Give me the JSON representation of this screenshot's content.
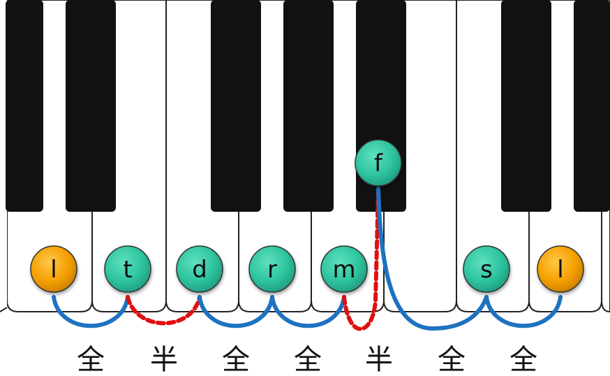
{
  "colors": {
    "white_key": "#ffffff",
    "black_key": "#111111",
    "key_outline": "#222222",
    "note_green": "#2ec4a0",
    "note_orange": "#f5a000",
    "whole_step_arc": "#1e72c0",
    "half_step_arc": "#e01010"
  },
  "notes": [
    {
      "label": "l",
      "color": "orange"
    },
    {
      "label": "t",
      "color": "green"
    },
    {
      "label": "d",
      "color": "green"
    },
    {
      "label": "r",
      "color": "green"
    },
    {
      "label": "m",
      "color": "green"
    },
    {
      "label": "f",
      "color": "green"
    },
    {
      "label": "s",
      "color": "green"
    },
    {
      "label": "l",
      "color": "orange"
    }
  ],
  "steps": [
    {
      "label": "全",
      "kind": "whole"
    },
    {
      "label": "半",
      "kind": "half"
    },
    {
      "label": "全",
      "kind": "whole"
    },
    {
      "label": "全",
      "kind": "whole"
    },
    {
      "label": "半",
      "kind": "half"
    },
    {
      "label": "全",
      "kind": "whole"
    },
    {
      "label": "全",
      "kind": "whole"
    }
  ]
}
